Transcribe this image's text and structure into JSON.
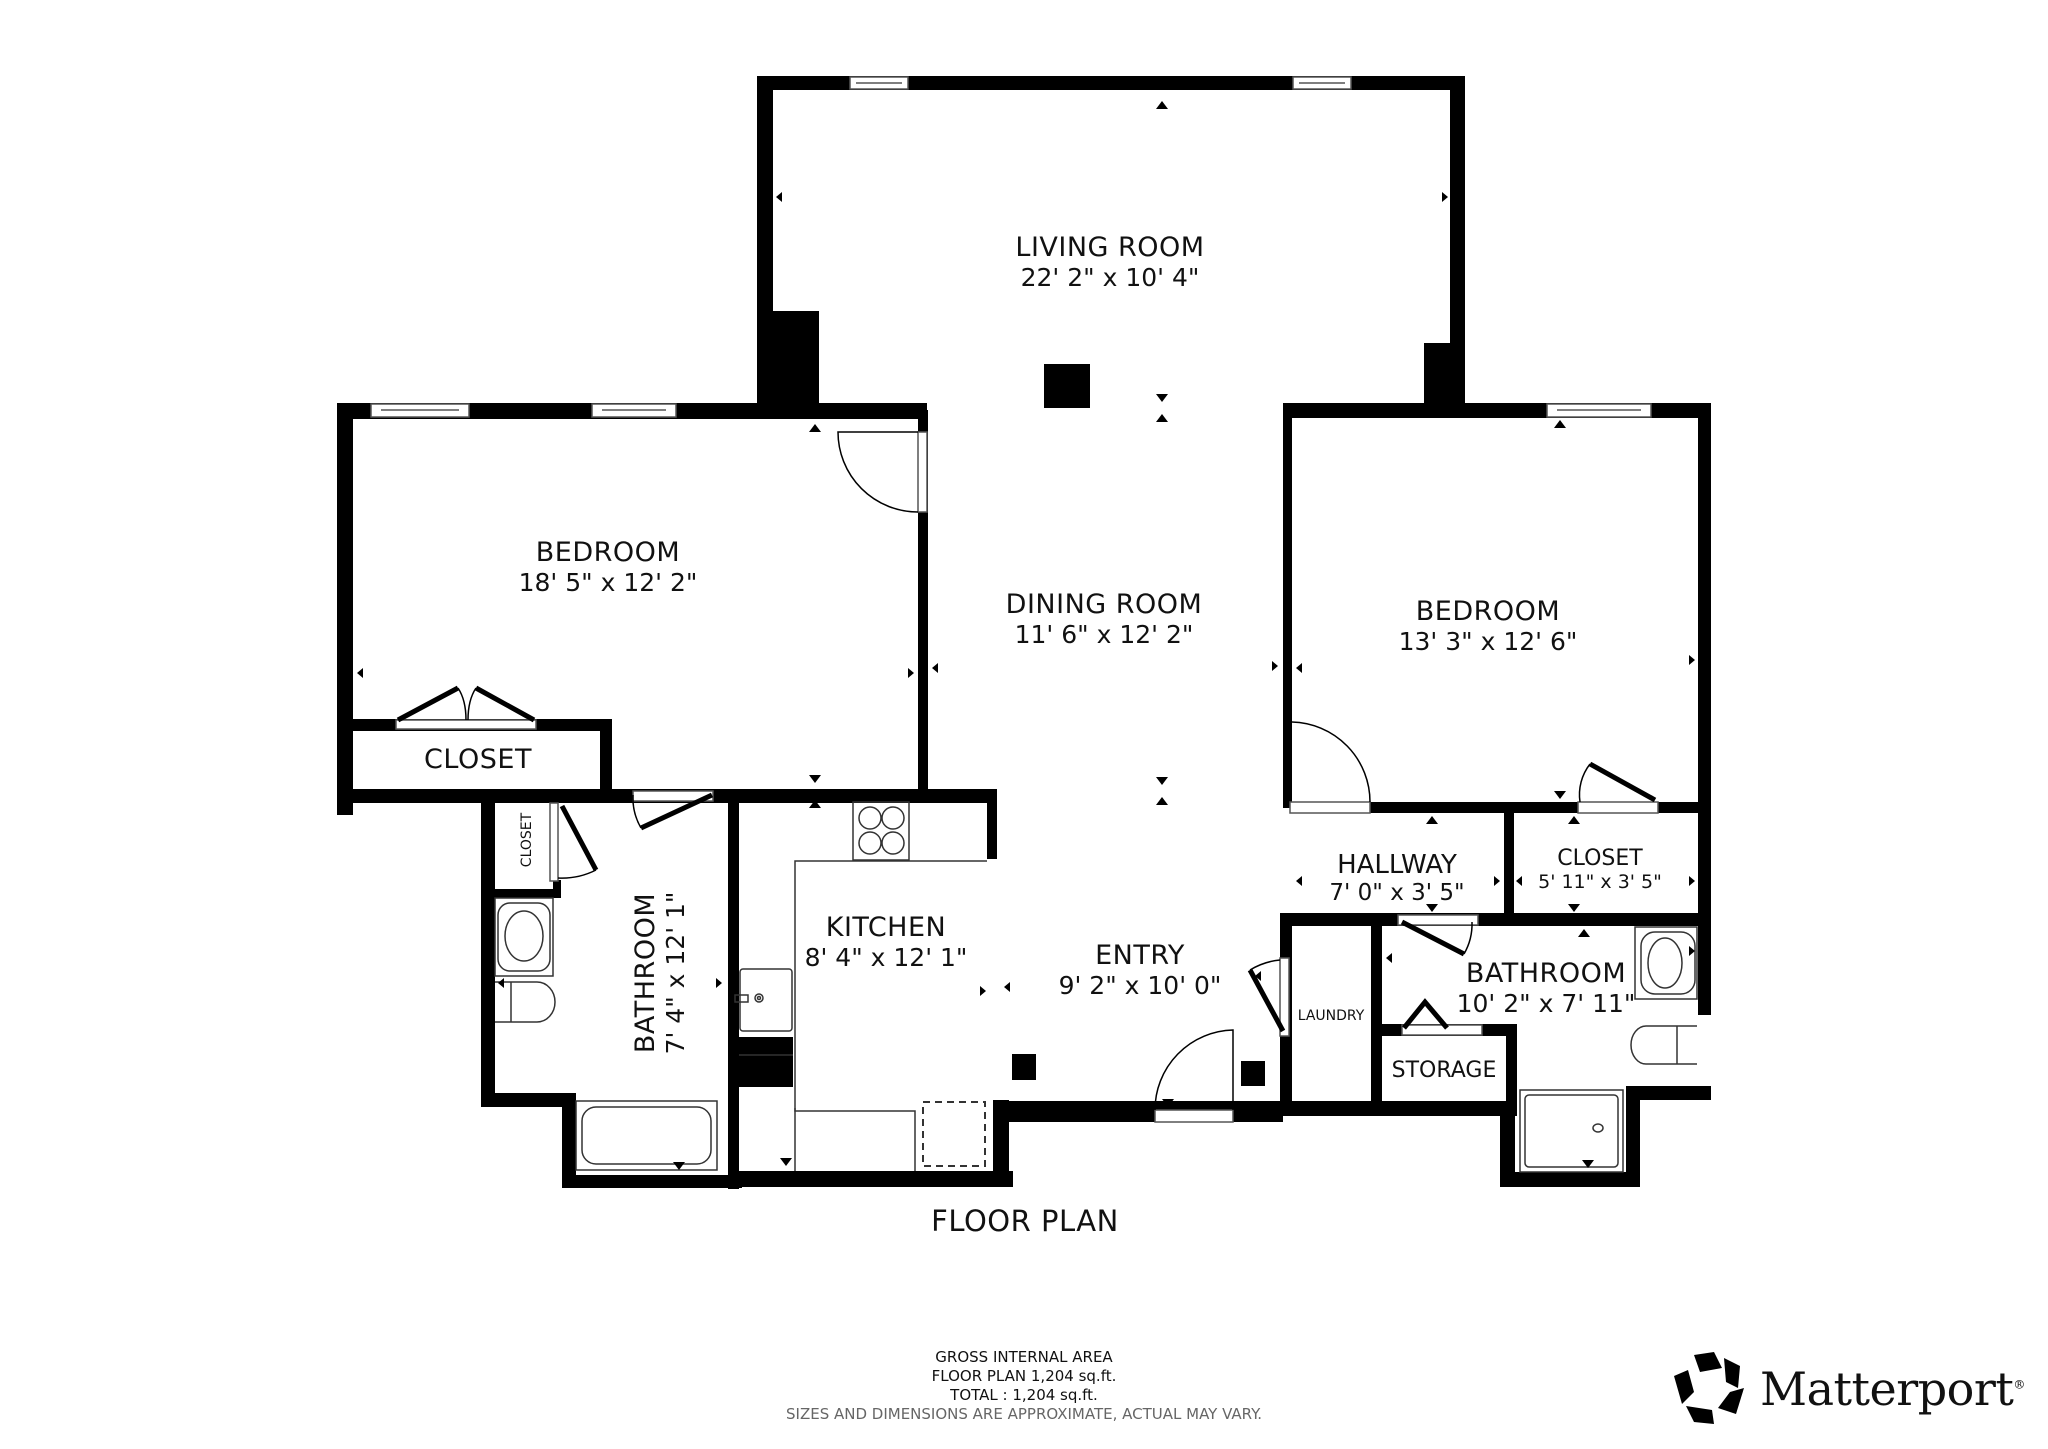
{
  "plan": {
    "title": "FLOOR PLAN",
    "rooms": [
      {
        "id": "living-room",
        "name": "LIVING ROOM",
        "dims": "22' 2\" x 10' 4\""
      },
      {
        "id": "bedroom-left",
        "name": "BEDROOM",
        "dims": "18' 5\" x 12' 2\""
      },
      {
        "id": "dining-room",
        "name": "DINING ROOM",
        "dims": "11' 6\" x 12' 2\""
      },
      {
        "id": "bedroom-right",
        "name": "BEDROOM",
        "dims": "13' 3\" x 12' 6\""
      },
      {
        "id": "closet-left",
        "name": "CLOSET"
      },
      {
        "id": "closet-small",
        "name": "CLOSET"
      },
      {
        "id": "bathroom-left",
        "name": "BATHROOM",
        "dims": "7' 4\" x 12' 1\""
      },
      {
        "id": "kitchen",
        "name": "KITCHEN",
        "dims": "8' 4\" x 12' 1\""
      },
      {
        "id": "entry",
        "name": "ENTRY",
        "dims": "9' 2\" x 10' 0\""
      },
      {
        "id": "hallway",
        "name": "HALLWAY",
        "dims": "7' 0\" x 3' 5\""
      },
      {
        "id": "closet-right",
        "name": "CLOSET",
        "dims": "5' 11\" x 3' 5\""
      },
      {
        "id": "laundry",
        "name": "LAUNDRY"
      },
      {
        "id": "bathroom-right",
        "name": "BATHROOM",
        "dims": "10' 2\" x 7' 11\""
      },
      {
        "id": "storage",
        "name": "STORAGE"
      }
    ]
  },
  "area": {
    "heading": "GROSS INTERNAL AREA",
    "floor_plan": "FLOOR PLAN 1,204 sq.ft.",
    "total": "TOTAL :  1,204 sq.ft.",
    "disclaimer": "SIZES AND DIMENSIONS ARE APPROXIMATE, ACTUAL MAY VARY."
  },
  "brand": {
    "name": "Matterport",
    "reg": "®",
    "icon": "matterport-pentagon-icon"
  },
  "colors": {
    "wall": "#000000",
    "background": "#ffffff",
    "fixture_line": "#333333",
    "disclaimer": "#666666"
  }
}
